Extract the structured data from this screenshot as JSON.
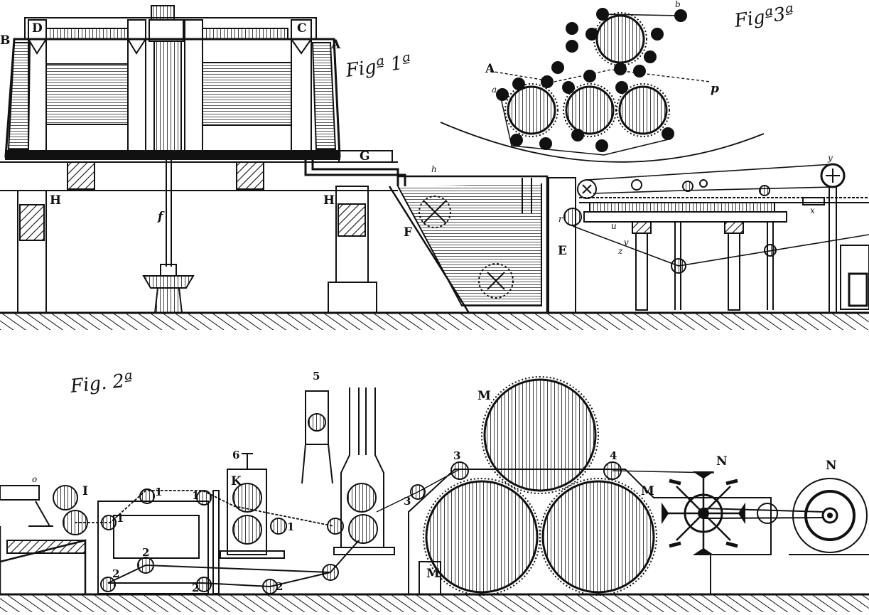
{
  "figures": {
    "fig1": "Figª 1ª",
    "fig2": "Fig. 2ª",
    "fig3": "Figª3ª"
  },
  "letters": {
    "A": "A",
    "B": "B",
    "C": "C",
    "D": "D",
    "E": "E",
    "F": "F",
    "G": "G",
    "H": "H",
    "I": "I",
    "M": "M",
    "N": "N",
    "K": "K",
    "f": "f",
    "h": "h",
    "p": "p",
    "y": "y",
    "x": "x",
    "z": "z",
    "u": "u",
    "v": "v",
    "b": "b",
    "a": "a",
    "c": "c",
    "r": "r",
    "o": "o"
  },
  "numbers": {
    "n1": "1",
    "n2": "2",
    "n3": "3",
    "n4": "4",
    "n5": "5",
    "n6": "6"
  },
  "colors": {
    "ink": "#111111",
    "paper": "#ffffff"
  }
}
